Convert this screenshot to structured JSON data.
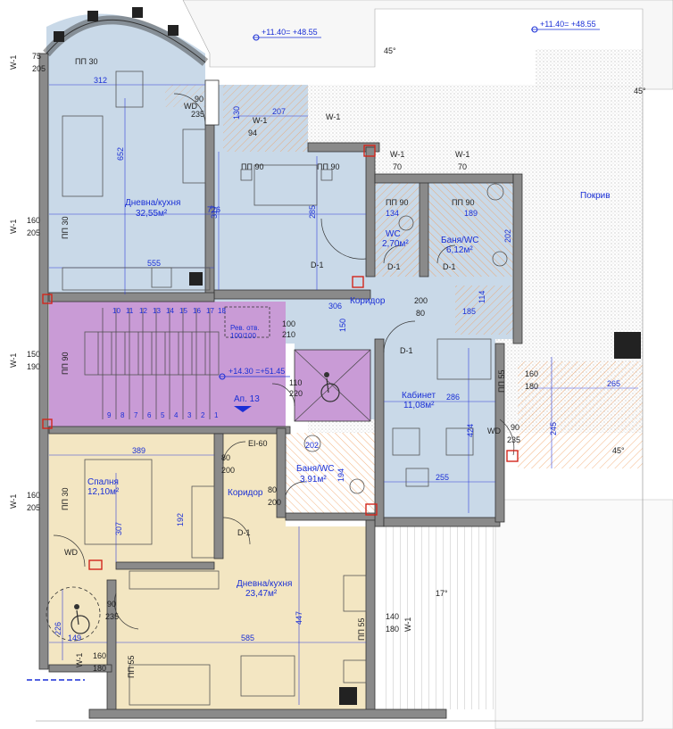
{
  "floor_plan": {
    "levels": {
      "top_left": "+11.40= +48.55",
      "top_right": "+11.40= +48.55",
      "stair": "+14.30 =+51.45"
    },
    "apartment": "Ап. 13",
    "rooms": {
      "living_top": {
        "name": "Дневна/кухня",
        "area": "32,55м²"
      },
      "wc": {
        "name": "WC",
        "area": "2,70м²"
      },
      "bath_top": {
        "name": "Баня/WC",
        "area": "6,12м²"
      },
      "corridor_top": {
        "name": "Коридор"
      },
      "office": {
        "name": "Кабинет",
        "area": "11,08м²"
      },
      "bedroom": {
        "name": "Спалня",
        "area": "12,10м²"
      },
      "corridor_bottom": {
        "name": "Коридор"
      },
      "bath_bottom": {
        "name": "Баня/WC",
        "area": "3,91м²"
      },
      "living_bottom": {
        "name": "Дневна/кухня",
        "area": "23,47м²"
      },
      "terrace": {
        "name": "Покрив"
      }
    },
    "labels": {
      "d1": "D-1",
      "wd": "WD",
      "w1": "W-1",
      "pp30": "ПП 30",
      "pp55": "ПП 55",
      "pp90": "ПП 90",
      "ei60": "EI-60",
      "rev": "Рев. отв.",
      "rev_size": "100/100",
      "angle45": "45°",
      "angle17": "17°"
    },
    "dimensions": {
      "d312": "312",
      "d652": "652",
      "d726": "726",
      "d317": "317",
      "d285": "285",
      "d555": "555",
      "d306": "306",
      "d207": "207",
      "d130": "130",
      "d134": "134",
      "d189": "189",
      "d202": "202",
      "d185": "185",
      "d114": "114",
      "d150": "150",
      "d286": "286",
      "d424": "424",
      "d255": "255",
      "d265": "265",
      "d245": "245",
      "d389": "389",
      "d307": "307",
      "d192": "192",
      "d194": "194",
      "d447": "447",
      "d585": "585",
      "d226": "226",
      "d149": "149",
      "d90": "90",
      "d235": "235",
      "d160": "160",
      "d205": "205",
      "d150b": "150",
      "d190": "190",
      "d180": "180",
      "d140": "140",
      "d75": "75",
      "d80": "80",
      "d200": "200",
      "d100": "100",
      "d210": "210",
      "d110": "110",
      "d220": "220",
      "d70": "70",
      "d94": "94"
    },
    "stair_numbers": [
      "10",
      "11",
      "12",
      "13",
      "14",
      "15",
      "16",
      "17",
      "18"
    ],
    "stair_numbers_low": [
      "9",
      "8",
      "7",
      "6",
      "5",
      "4",
      "3",
      "2",
      "1"
    ],
    "colors": {
      "apartment_blue": "#c9d9e8",
      "stair_purple": "#c99bd6",
      "bedroom_beige": "#f3e6c2",
      "wet_orange": "#f0a060",
      "wall_grey": "#8a8a8a",
      "text_blue": "#1a2fd6",
      "red_marker": "#d2261c"
    }
  }
}
